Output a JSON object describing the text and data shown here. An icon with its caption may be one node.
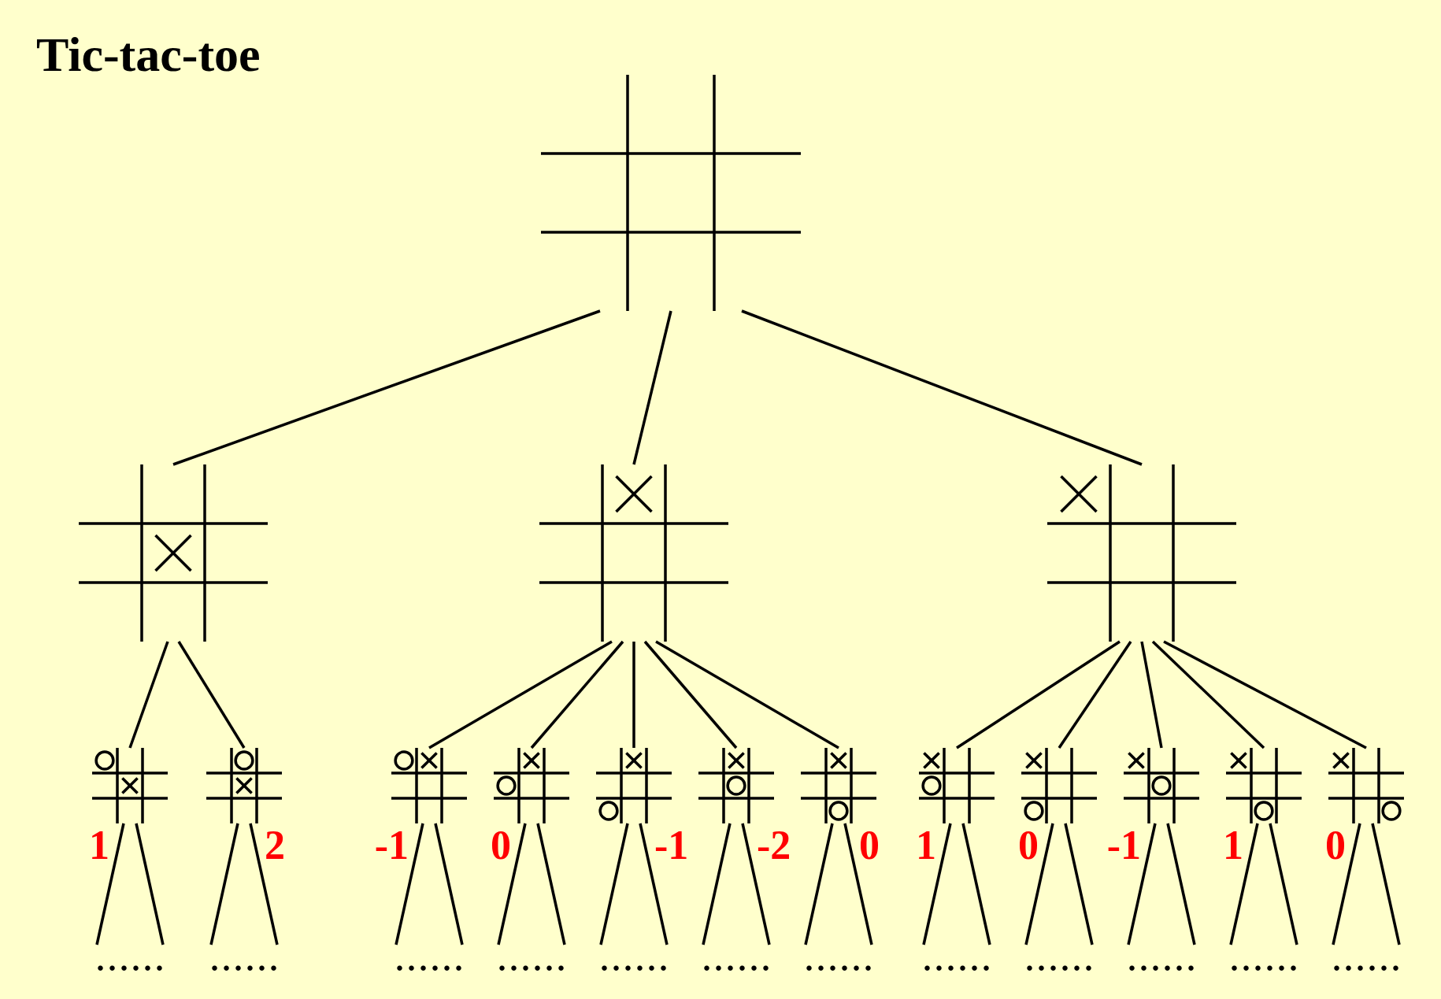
{
  "diagram": {
    "title": "Tic-tac-toe",
    "nodes": [
      {
        "text": [],
        "shape": "picture"
      },
      {
        "text": [],
        "shape": "picture"
      },
      {
        "text": [],
        "shape": "picture"
      },
      {
        "text": [],
        "shape": "picture"
      },
      {
        "text": [],
        "shape": "picture",
        "beside": [
          "1"
        ]
      },
      {
        "text": [],
        "shape": "picture",
        "beside": [
          "2"
        ]
      },
      {
        "text": [],
        "shape": "picture",
        "beside": [
          "-1"
        ]
      },
      {
        "text": [],
        "shape": "picture",
        "beside": [
          "0"
        ]
      },
      {
        "text": [],
        "shape": "picture",
        "beside": [
          "-1"
        ]
      },
      {
        "text": [],
        "shape": "picture",
        "beside": [
          "-2"
        ]
      },
      {
        "text": [],
        "shape": "picture",
        "beside": [
          "0"
        ]
      },
      {
        "text": [],
        "shape": "picture",
        "beside": [
          "1"
        ]
      },
      {
        "text": [],
        "shape": "picture",
        "beside": [
          "0"
        ]
      },
      {
        "text": [],
        "shape": "picture",
        "beside": [
          "-1"
        ]
      },
      {
        "text": [],
        "shape": "picture",
        "beside": [
          "1"
        ]
      },
      {
        "text": [],
        "shape": "picture",
        "beside": [
          "0"
        ]
      },
      {
        "text": [
          "......"
        ]
      },
      {
        "text": [
          "......"
        ]
      },
      {
        "text": [
          "......"
        ]
      },
      {
        "text": [
          "......"
        ]
      },
      {
        "text": [
          "......"
        ]
      },
      {
        "text": [
          "......"
        ]
      },
      {
        "text": [
          "......"
        ]
      },
      {
        "text": [
          "......"
        ]
      },
      {
        "text": [
          "......"
        ]
      },
      {
        "text": [
          "......"
        ]
      },
      {
        "text": [
          "......"
        ]
      },
      {
        "text": [
          "......"
        ]
      }
    ],
    "edges": [
      {
        "from": 0,
        "to": 1,
        "arrow": "none"
      },
      {
        "from": 0,
        "to": 2,
        "arrow": "none"
      },
      {
        "from": 0,
        "to": 3,
        "arrow": "none"
      },
      {
        "from": 1,
        "to": 4,
        "arrow": "none"
      },
      {
        "from": 1,
        "to": 5,
        "arrow": "none"
      },
      {
        "from": 2,
        "to": 6,
        "arrow": "none"
      },
      {
        "from": 2,
        "to": 7,
        "arrow": "none"
      },
      {
        "from": 2,
        "to": 8,
        "arrow": "none"
      },
      {
        "from": 2,
        "to": 9,
        "arrow": "none"
      },
      {
        "from": 2,
        "to": 10,
        "arrow": "none"
      },
      {
        "from": 3,
        "to": 11,
        "arrow": "none"
      },
      {
        "from": 3,
        "to": 12,
        "arrow": "none"
      },
      {
        "from": 3,
        "to": 13,
        "arrow": "none"
      },
      {
        "from": 3,
        "to": 14,
        "arrow": "none"
      },
      {
        "from": 3,
        "to": 15,
        "arrow": "none"
      },
      {
        "from": 4,
        "to": 16,
        "arrow": "none"
      },
      {
        "from": 4,
        "to": 16,
        "arrow": "none"
      },
      {
        "from": 5,
        "to": 17,
        "arrow": "none"
      },
      {
        "from": 5,
        "to": 17,
        "arrow": "none"
      },
      {
        "from": 6,
        "to": 18,
        "arrow": "none"
      },
      {
        "from": 6,
        "to": 18,
        "arrow": "none"
      },
      {
        "from": 7,
        "to": 19,
        "arrow": "none"
      },
      {
        "from": 7,
        "to": 19,
        "arrow": "none"
      },
      {
        "from": 8,
        "to": 20,
        "arrow": "none"
      },
      {
        "from": 8,
        "to": 20,
        "arrow": "none"
      },
      {
        "from": 9,
        "to": 21,
        "arrow": "none"
      },
      {
        "from": 9,
        "to": 21,
        "arrow": "none"
      },
      {
        "from": 10,
        "to": 22,
        "arrow": "none"
      },
      {
        "from": 10,
        "to": 22,
        "arrow": "none"
      },
      {
        "from": 11,
        "to": 23,
        "arrow": "none"
      },
      {
        "from": 11,
        "to": 23,
        "arrow": "none"
      },
      {
        "from": 12,
        "to": 24,
        "arrow": "none"
      },
      {
        "from": 12,
        "to": 24,
        "arrow": "none"
      },
      {
        "from": 13,
        "to": 25,
        "arrow": "none"
      },
      {
        "from": 13,
        "to": 25,
        "arrow": "none"
      },
      {
        "from": 14,
        "to": 26,
        "arrow": "none"
      },
      {
        "from": 14,
        "to": 26,
        "arrow": "none"
      },
      {
        "from": 15,
        "to": 27,
        "arrow": "none"
      },
      {
        "from": 15,
        "to": 27,
        "arrow": "none"
      }
    ]
  }
}
